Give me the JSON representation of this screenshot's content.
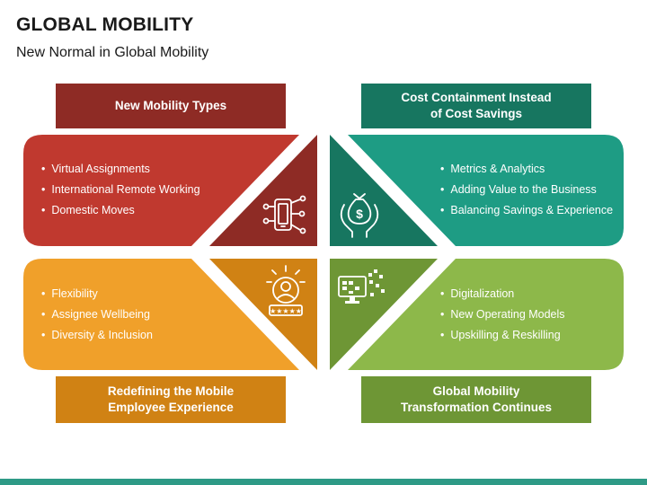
{
  "header": {
    "title": "GLOBAL MOBILITY",
    "subtitle": "New Normal in Global Mobility"
  },
  "colors": {
    "red": "#c0392f",
    "red_dark": "#8e2b25",
    "teal": "#1e9c84",
    "teal_dark": "#177660",
    "orange": "#f0a02a",
    "orange_dark": "#d08214",
    "green": "#8db84a",
    "green_dark": "#6e9635"
  },
  "quadrants": {
    "top_left": {
      "label_line1": "New Mobility Types",
      "label_line2": "",
      "icon": "mobile-network-icon",
      "items": [
        "Virtual Assignments",
        "International Remote Working",
        "Domestic Moves"
      ]
    },
    "top_right": {
      "label_line1": "Cost Containment Instead",
      "label_line2": "of Cost Savings",
      "icon": "money-bag-hands-icon",
      "items": [
        "Metrics & Analytics",
        "Adding Value to the Business",
        "Balancing Savings & Experience"
      ]
    },
    "bottom_left": {
      "label_line1": "Redefining the Mobile",
      "label_line2": "Employee Experience",
      "icon": "employee-rating-icon",
      "items": [
        "Flexibility",
        "Assignee Wellbeing",
        "Diversity & Inclusion"
      ]
    },
    "bottom_right": {
      "label_line1": "Global Mobility",
      "label_line2": "Transformation Continues",
      "icon": "digital-monitor-icon",
      "items": [
        "Digitalization",
        "New Operating Models",
        "Upskilling & Reskilling"
      ]
    }
  }
}
